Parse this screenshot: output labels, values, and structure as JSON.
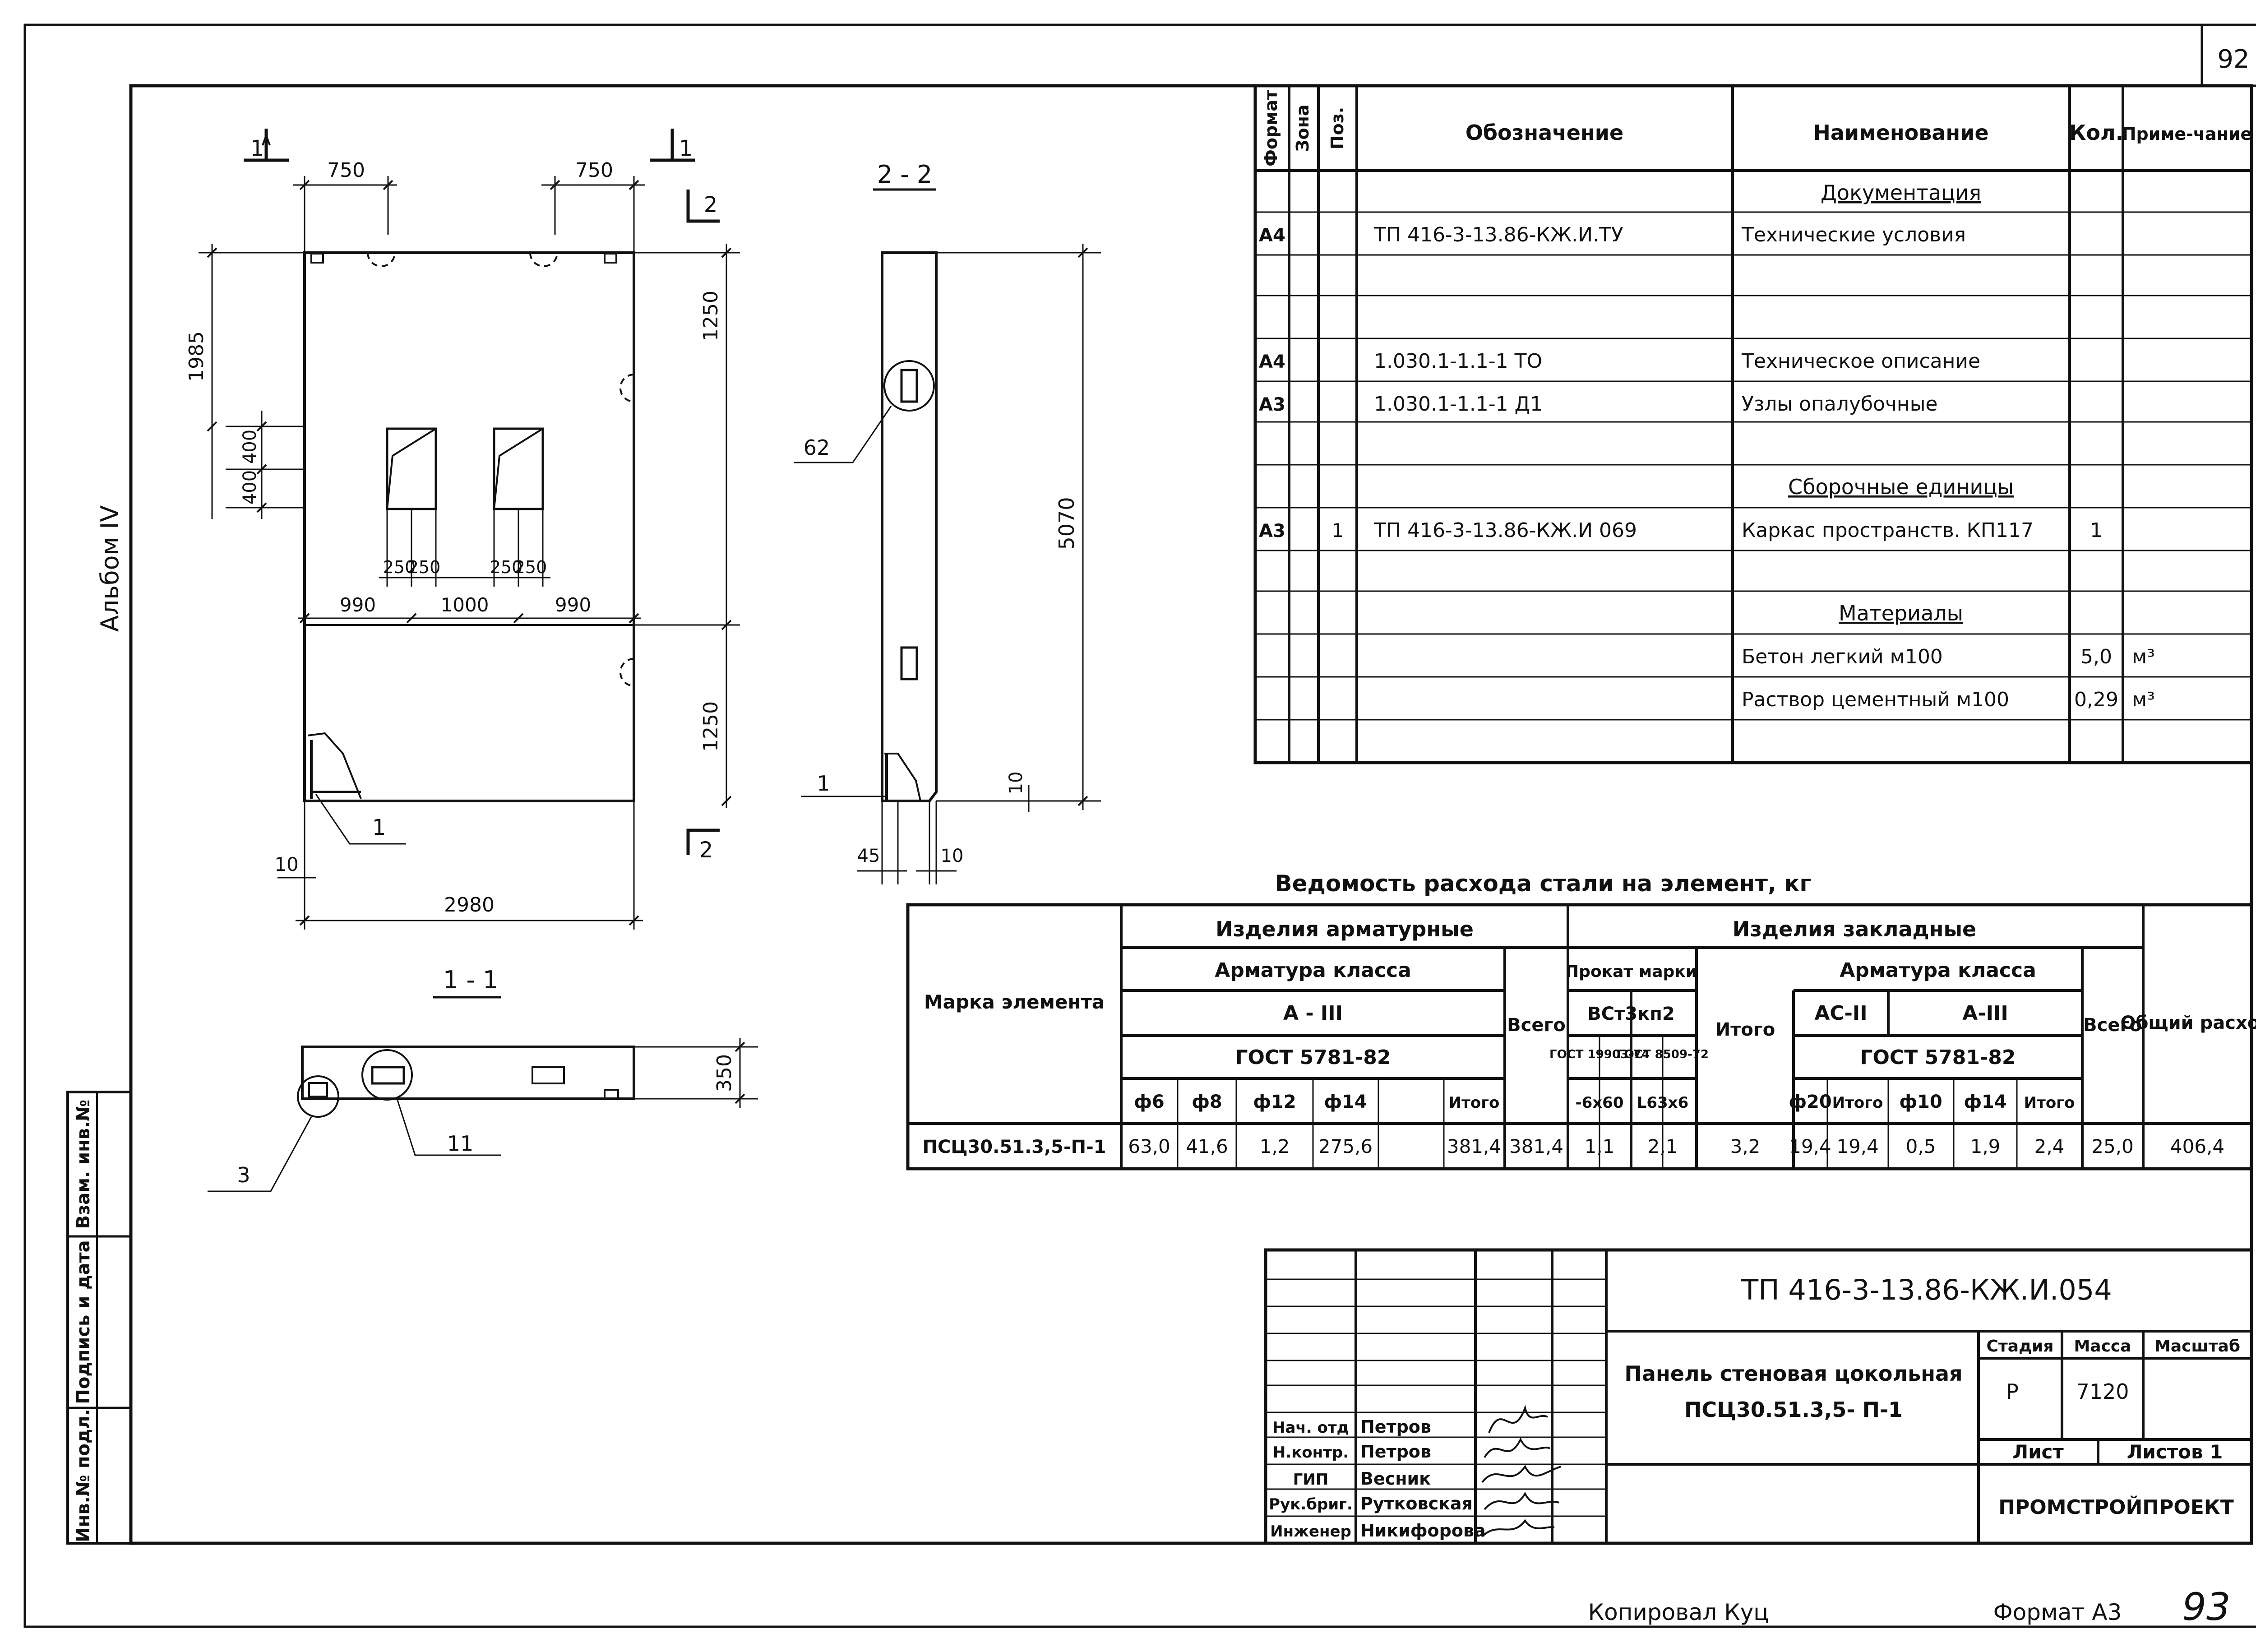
{
  "sheet_number": "92",
  "side_album": "Альбом IV",
  "stamp_side": [
    "Инв.№ подл.",
    "Подпись и дата",
    "Взам. инв.№"
  ],
  "views": {
    "front": {
      "section_marks": [
        "1",
        "1",
        "2",
        "2"
      ],
      "dims": {
        "top_left": "750",
        "top_right": "750",
        "left_total": "1985",
        "left_a": "400",
        "left_b": "400",
        "right_top": "1250",
        "right_bottom": "1250",
        "openings_1": "250",
        "openings_2": "250",
        "openings_3": "250",
        "openings_4": "250",
        "bottom_a": "990",
        "bottom_b": "1000",
        "bottom_c": "990",
        "bottom_total": "2980",
        "bottom_offset": "10",
        "callout": "1"
      }
    },
    "section_22": {
      "title": "2 - 2",
      "dims": {
        "height": "5070",
        "thick": "45",
        "step": "10",
        "step2": "10"
      },
      "callouts": [
        "62",
        "1"
      ]
    },
    "section_11": {
      "title": "1 - 1",
      "dims": {
        "thick": "350"
      },
      "callouts": [
        "3",
        "11"
      ]
    }
  },
  "spec_table": {
    "headers": [
      "Формат",
      "Зона",
      "Поз.",
      "Обозначение",
      "Наименование",
      "Кол.",
      "Приме-чание"
    ],
    "rows": [
      {
        "fmt": "",
        "zone": "",
        "pos": "",
        "code": "",
        "name": "Документация",
        "qty": "",
        "note": "",
        "heading": true
      },
      {
        "fmt": "А4",
        "zone": "",
        "pos": "",
        "code": "ТП 416-3-13.86-КЖ.И.ТУ",
        "name": "Технические условия",
        "qty": "",
        "note": ""
      },
      {
        "fmt": "",
        "zone": "",
        "pos": "",
        "code": "",
        "name": "",
        "qty": "",
        "note": ""
      },
      {
        "fmt": "",
        "zone": "",
        "pos": "",
        "code": "",
        "name": "",
        "qty": "",
        "note": ""
      },
      {
        "fmt": "А4",
        "zone": "",
        "pos": "",
        "code": "1.030.1-1.1-1 ТО",
        "name": "Техническое описание",
        "qty": "",
        "note": ""
      },
      {
        "fmt": "А3",
        "zone": "",
        "pos": "",
        "code": "1.030.1-1.1-1 Д1",
        "name": "Узлы опалубочные",
        "qty": "",
        "note": ""
      },
      {
        "fmt": "",
        "zone": "",
        "pos": "",
        "code": "",
        "name": "",
        "qty": "",
        "note": ""
      },
      {
        "fmt": "",
        "zone": "",
        "pos": "",
        "code": "",
        "name": "Сборочные единицы",
        "qty": "",
        "note": "",
        "heading": true
      },
      {
        "fmt": "А3",
        "zone": "",
        "pos": "1",
        "code": "ТП 416-3-13.86-КЖ.И 069",
        "name": "Каркас пространств. КП117",
        "qty": "1",
        "note": ""
      },
      {
        "fmt": "",
        "zone": "",
        "pos": "",
        "code": "",
        "name": "",
        "qty": "",
        "note": ""
      },
      {
        "fmt": "",
        "zone": "",
        "pos": "",
        "code": "",
        "name": "Материалы",
        "qty": "",
        "note": "",
        "heading": true
      },
      {
        "fmt": "",
        "zone": "",
        "pos": "",
        "code": "",
        "name": "Бетон легкий м100",
        "qty": "5,0",
        "note": "м³"
      },
      {
        "fmt": "",
        "zone": "",
        "pos": "",
        "code": "",
        "name": "Раствор цементный м100",
        "qty": "0,29",
        "note": "м³"
      },
      {
        "fmt": "",
        "zone": "",
        "pos": "",
        "code": "",
        "name": "",
        "qty": "",
        "note": ""
      }
    ]
  },
  "steel_table": {
    "title": "Ведомость расхода стали на элемент, кг",
    "h_mark": "Марка элемента",
    "h_arm": "Изделия арматурные",
    "h_arm_class": "Арматура класса",
    "h_a3": "А - III",
    "h_gost1": "ГОСТ 5781-82",
    "h_total": "Всего",
    "h_emb": "Изделия закладные",
    "h_prokat": "Прокат марки",
    "h_vst": "ВСт3кп2",
    "h_gost_a": "ГОСТ 19903-74",
    "h_gost_b": "ГОСТ 8509-72",
    "h_itogo": "Итого",
    "h_arm_class2": "Арматура класса",
    "h_ac2": "АС-II",
    "h_a3b": "А-III",
    "h_gost2": "ГОСТ 5781-82",
    "h_total2": "Всего",
    "h_general": "Общий расход",
    "sub_headers": [
      "ф6",
      "ф8",
      "ф12",
      "ф14",
      "",
      "Итого",
      "-6х60",
      "L63х6",
      "ф20",
      "Итого",
      "ф10",
      "ф14",
      "Итого"
    ],
    "row": {
      "mark": "ПСЦ30.51.3,5-П-1",
      "values": [
        "63,0",
        "41,6",
        "1,2",
        "275,6",
        "",
        "381,4",
        "381,4",
        "1,1",
        "2,1",
        "3,2",
        "19,4",
        "19,4",
        "0,5",
        "1,9",
        "2,4",
        "25,0",
        "406,4"
      ]
    }
  },
  "title_block": {
    "doc_code": "ТП 416-3-13.86-КЖ.И.054",
    "name_line1": "Панель стеновая цокольная",
    "name_line2": "ПСЦ30.51.3,5- П-1",
    "h_stage": "Стадия",
    "h_mass": "Масса",
    "h_scale": "Масштаб",
    "stage": "Р",
    "mass": "7120",
    "sheet_label": "Лист",
    "sheets_label": "Листов 1",
    "org": "ПРОМСТРОЙПРОЕКТ",
    "people": [
      {
        "role": "Нач. отд",
        "name": "Петров"
      },
      {
        "role": "Н.контр.",
        "name": "Петров"
      },
      {
        "role": "ГИП",
        "name": "Весник"
      },
      {
        "role": "Рук.бриг.",
        "name": "Рутковская"
      },
      {
        "role": "Инженер",
        "name": "Никифорова"
      }
    ]
  },
  "footer": {
    "copied": "Копировал Куц",
    "format": "Формат А3",
    "handwritten_page": "93"
  }
}
